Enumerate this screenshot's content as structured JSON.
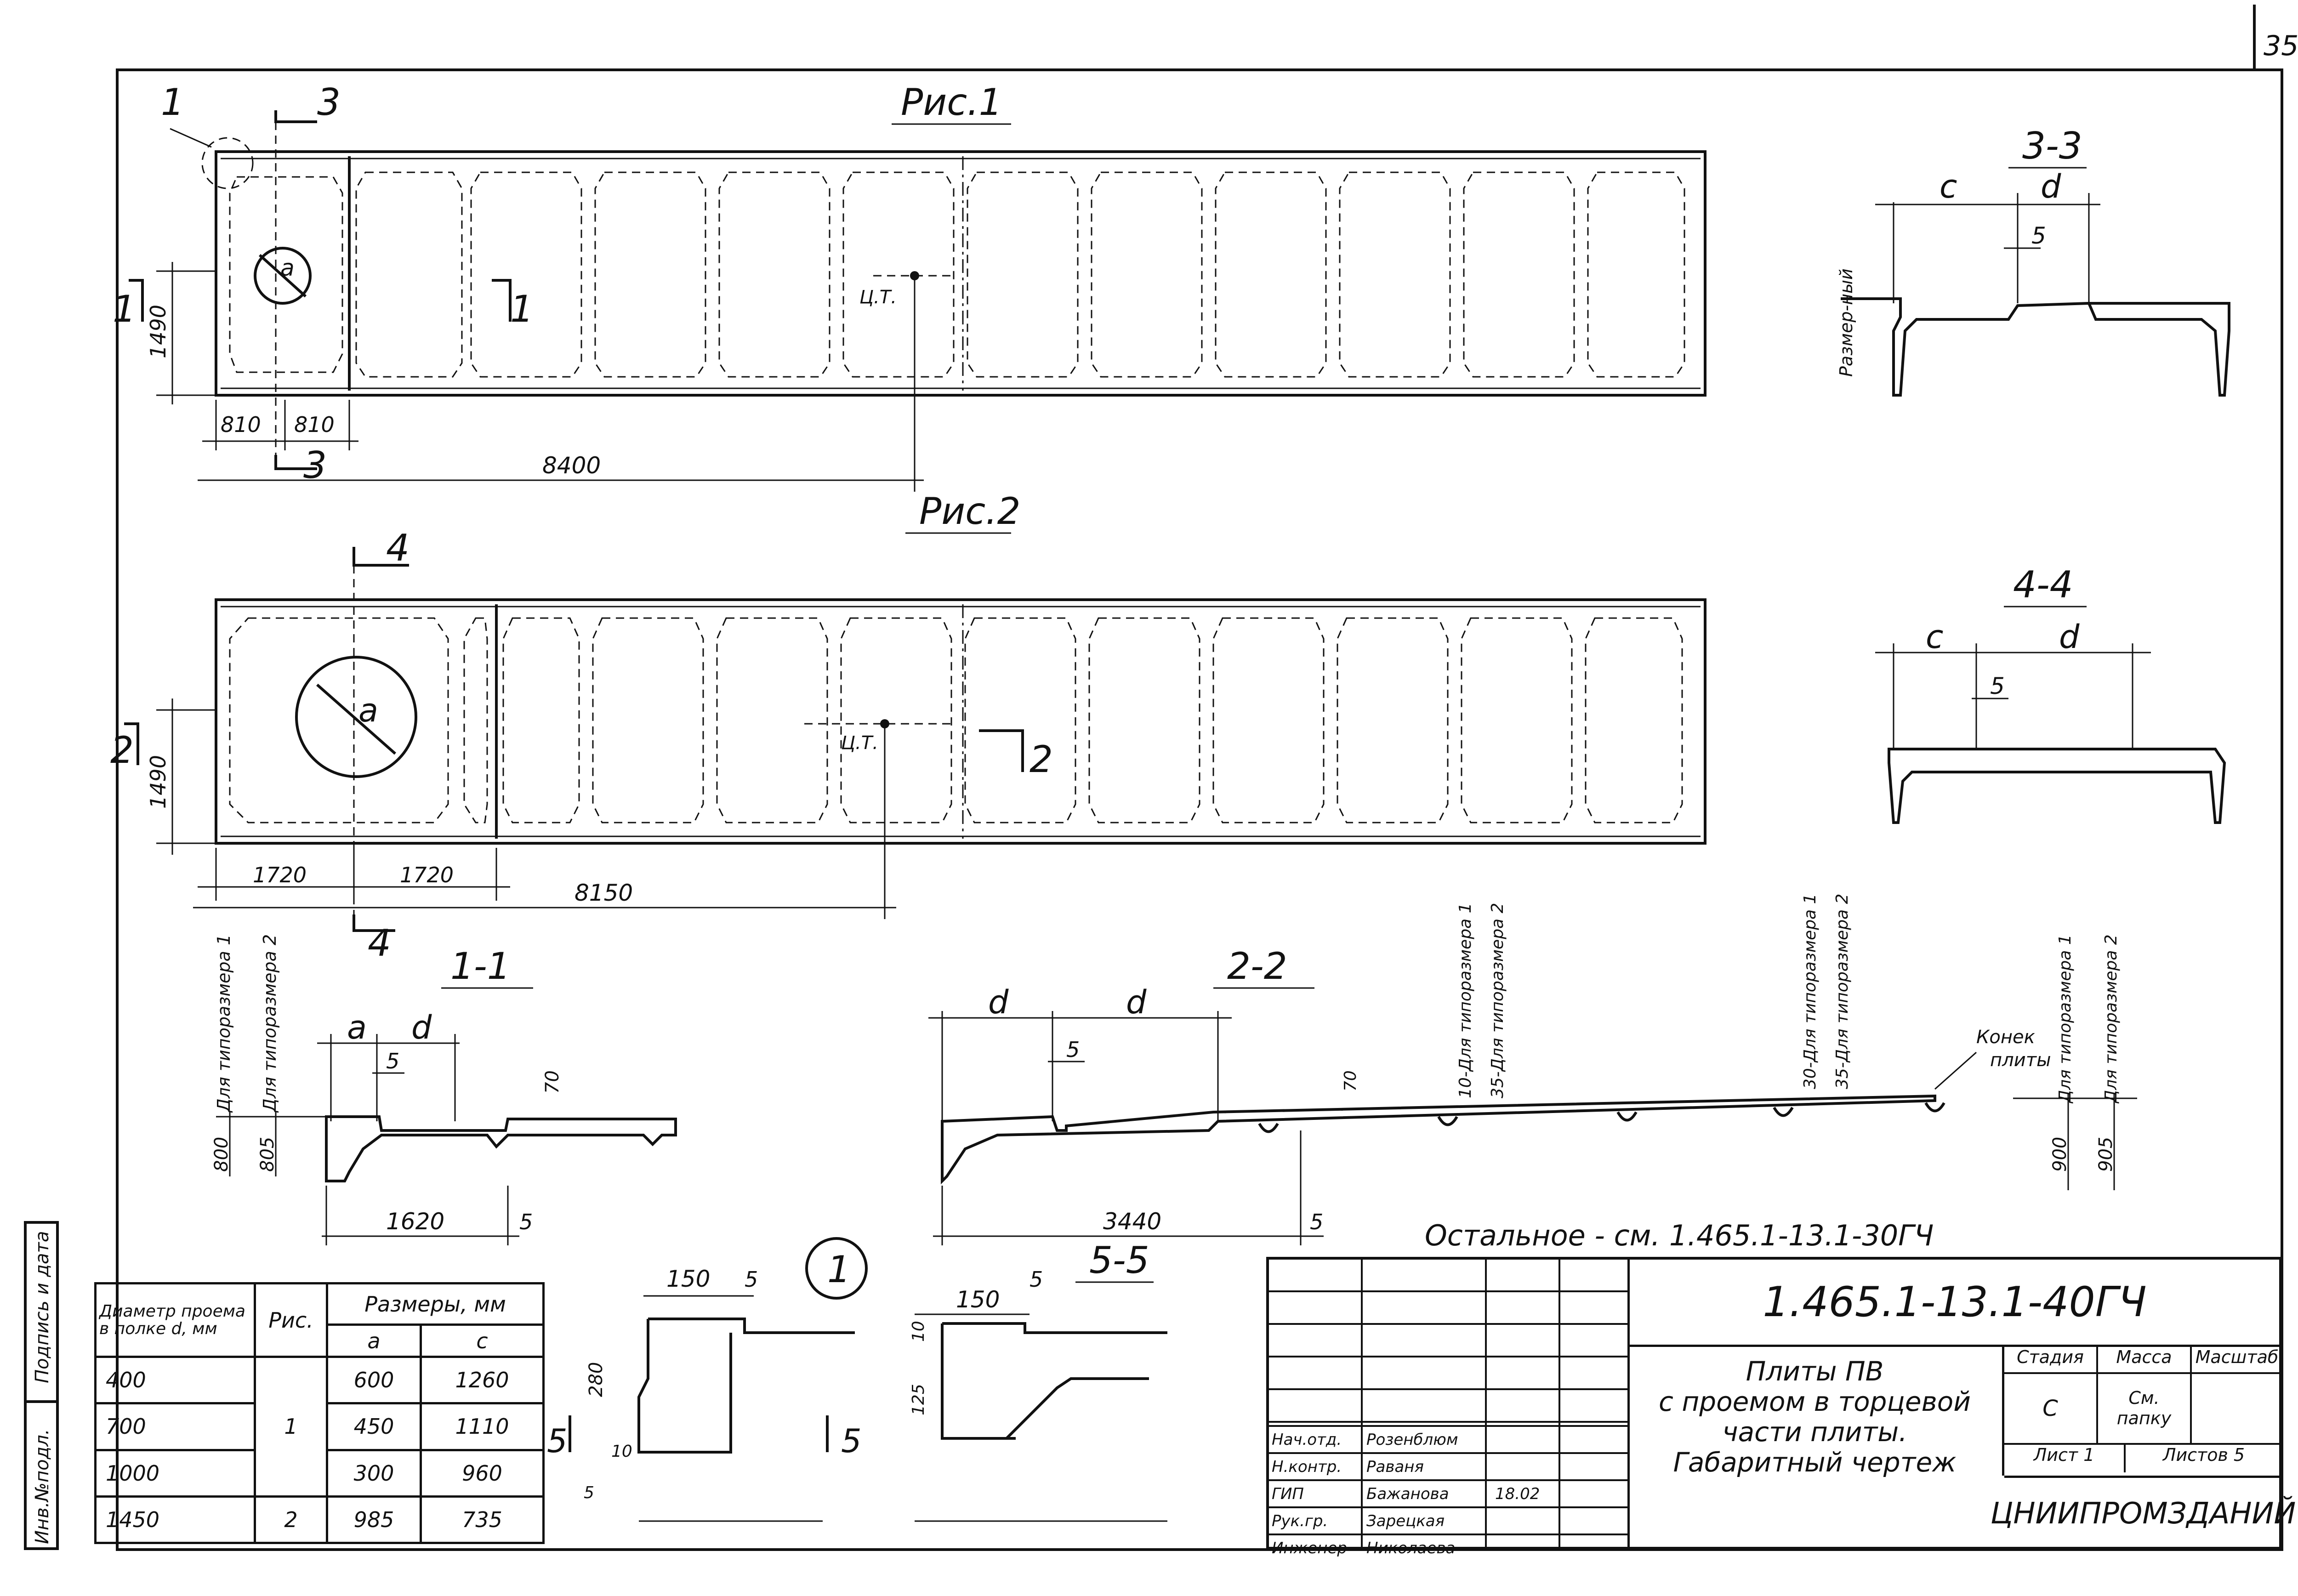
{
  "sheet_number": "35",
  "document_code": "1.465.1-13.1-40ГЧ",
  "figures": {
    "fig1": {
      "caption": "Рис.1",
      "callout": "1",
      "section_mark": "3",
      "section_mark_side": "1",
      "label_left": "1",
      "label_center": "1",
      "label_cg": "Ц.Т.",
      "dim_height": "1490",
      "dim_a": "810",
      "dim_b": "810",
      "dim_total": "8400"
    },
    "fig2": {
      "caption": "Рис.2",
      "section_mark": "4",
      "label_left": "2",
      "label_right": "2",
      "label_cg": "Ц.Т.",
      "hole_label": "a",
      "dim_height": "1490",
      "dim_a": "1720",
      "dim_b": "1720",
      "dim_total": "8150"
    }
  },
  "sections": {
    "s33": {
      "title": "3-3",
      "c": "c",
      "d": "d",
      "five": "5",
      "side": "Размер-\nный"
    },
    "s44": {
      "title": "4-4",
      "c": "c",
      "d": "d",
      "five": "5"
    },
    "s11": {
      "title": "1-1",
      "a": "a",
      "d": "d",
      "five": "5",
      "seventy": "70",
      "h1": "800",
      "h2": "805",
      "len": "1620",
      "five_b": "5",
      "note1": "Для типоразмера 1",
      "note2": "Для типоразмера 2"
    },
    "s22": {
      "title": "2-2",
      "d1": "d",
      "d2": "d",
      "five": "5",
      "seventy": "70",
      "len": "3440",
      "five_b": "5",
      "note_a1": "10-Для типоразмера 1",
      "note_a2": "35-Для типоразмера 2",
      "note_b1": "30-Для типоразмера 1",
      "note_b2": "35-Для типоразмера 2",
      "note_c1": "Для типоразмера 1",
      "note_c2": "Для типоразмера 2",
      "h1": "900",
      "h2": "905",
      "ridge": "Конек\nплиты"
    },
    "s55": {
      "title": "5-5",
      "w": "150",
      "five": "5",
      "h": "10",
      "h2": "125"
    },
    "detail1": {
      "title": "1",
      "w": "150",
      "five": "5",
      "h": "280",
      "ten": "10",
      "five_b": "5",
      "mark": "5"
    }
  },
  "remark": "Остальное - см. 1.465.1-13.1-30ГЧ",
  "table": {
    "col_diam": "Диаметр проема в полке d, мм",
    "col_fig": "Рис.",
    "col_sizes": "Размеры, мм",
    "col_a": "a",
    "col_c": "c",
    "rows": [
      {
        "d": "400",
        "fig": "",
        "a": "600",
        "c": "1260"
      },
      {
        "d": "700",
        "fig": "1",
        "a": "450",
        "c": "1110"
      },
      {
        "d": "1000",
        "fig": "",
        "a": "300",
        "c": "960"
      },
      {
        "d": "1450",
        "fig": "2",
        "a": "985",
        "c": "735"
      }
    ]
  },
  "side_stamp": {
    "inv": "Инв.№подл.",
    "sign": "Подпись и дата"
  },
  "title_block": {
    "title_line1": "Плиты ПВ",
    "title_line2": "с проемом в торцевой",
    "title_line3": "части плиты.",
    "title_line4": "Габаритный чертеж",
    "stage_hdr": "Стадия",
    "mass_hdr": "Масса",
    "scale_hdr": "Масштаб",
    "stage_val": "С",
    "mass_val": "См.\nпапку",
    "sheet_label": "Лист 1",
    "sheets_label": "Листов 5",
    "org": "ЦНИИПРОМЗДАНИЙ",
    "roles": [
      {
        "role": "Нач.отд.",
        "name": "Розенблюм"
      },
      {
        "role": "Н.контр.",
        "name": "Раваня"
      },
      {
        "role": "ГИП",
        "name": "Бажанова"
      },
      {
        "role": "Рук.гр.",
        "name": "Зарецкая"
      },
      {
        "role": "Инженер",
        "name": "Николаева"
      }
    ],
    "sign_note": "18.02"
  }
}
